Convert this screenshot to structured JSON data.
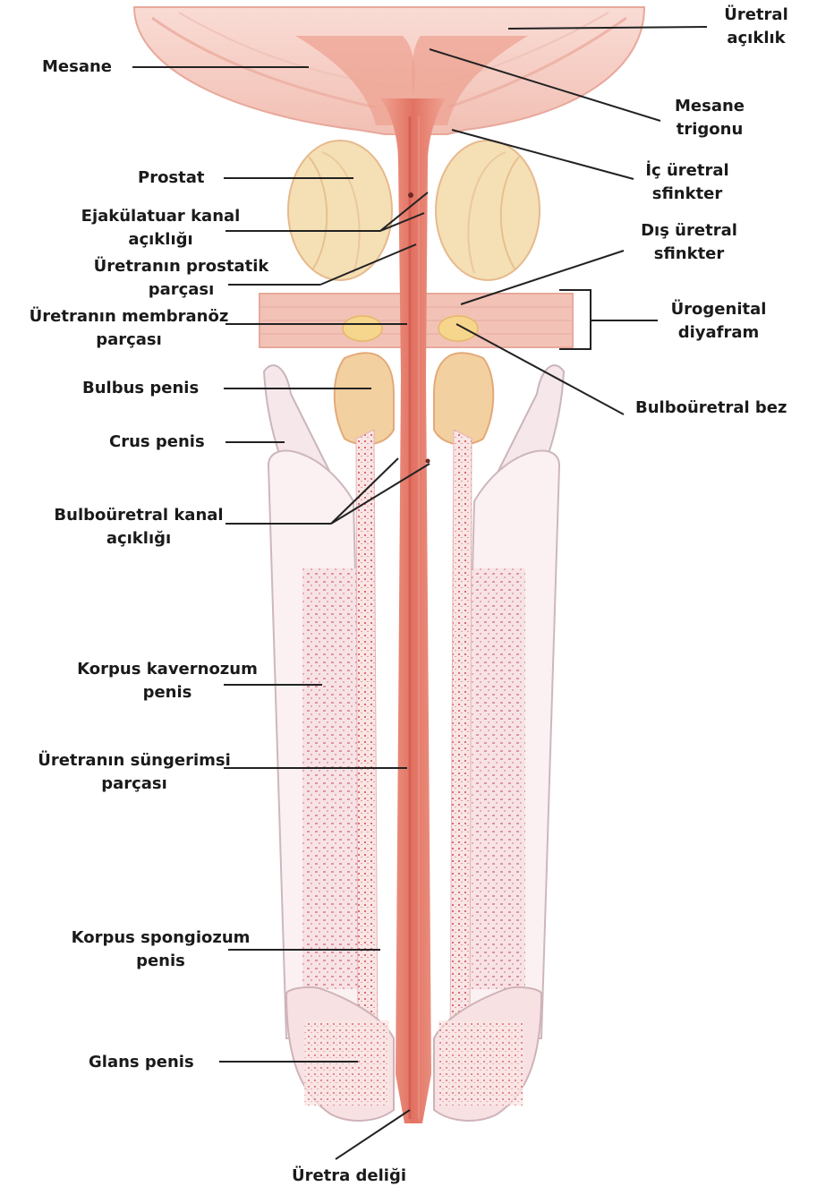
{
  "colors": {
    "tissue_light": "#f7dcd6",
    "tissue_mid": "#f0b8ad",
    "urethra": "#e88b7b",
    "urethra_core": "#d9685a",
    "prostate": "#f3d9a8",
    "gland": "#f6d08a",
    "cavernous": "#f2c5c2",
    "dots": "#d2697a",
    "leader": "#222222"
  },
  "labels": {
    "mesane": "Mesane",
    "uretral_aciklik": [
      "Üretral",
      "açıklık"
    ],
    "mesane_trigonu": [
      "Mesane",
      "trigonu"
    ],
    "prostat": "Prostat",
    "ic_uretral_sfinkter": [
      "İç üretral",
      "sfinkter"
    ],
    "ejakulatuar_kanal": [
      "Ejakülatuar kanal",
      "açıklığı"
    ],
    "dis_uretral_sfinkter": [
      "Dış üretral",
      "sfinkter"
    ],
    "uretra_prostatik": [
      "Üretranın prostatik",
      "parçası"
    ],
    "urogenital_diyafram": [
      "Ürogenital",
      "diyafram"
    ],
    "uretra_membranoz": [
      "Üretranın membranöz",
      "parçası"
    ],
    "bulbus_penis": "Bulbus penis",
    "bulbouretral_bez": "Bulboüretral bez",
    "crus_penis": "Crus penis",
    "bulbouretral_kanal": [
      "Bulboüretral kanal",
      "açıklığı"
    ],
    "korpus_kavernozum": [
      "Korpus kavernozum",
      "penis"
    ],
    "uretra_sungerimsi": [
      "Üretranın süngerimsi",
      "parçası"
    ],
    "korpus_spongiozum": [
      "Korpus spongiozum",
      "penis"
    ],
    "glans_penis": "Glans penis",
    "uretra_deligi": "Üretra deliği"
  }
}
